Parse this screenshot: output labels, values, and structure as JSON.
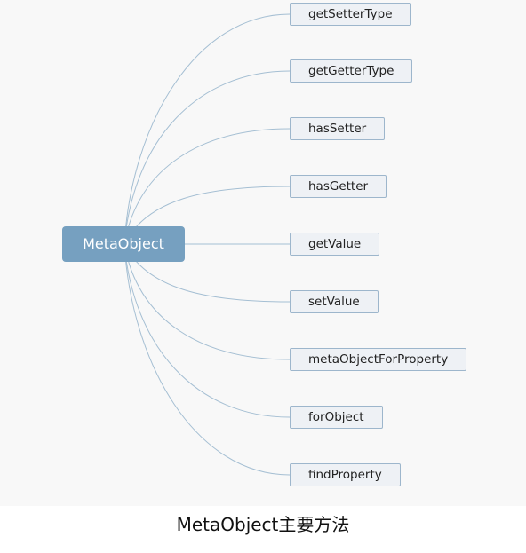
{
  "diagram": {
    "root": {
      "label": "MetaObject"
    },
    "children": [
      {
        "label": "getSetterType"
      },
      {
        "label": "getGetterType"
      },
      {
        "label": "hasSetter"
      },
      {
        "label": "hasGetter"
      },
      {
        "label": "getValue"
      },
      {
        "label": "setValue"
      },
      {
        "label": "metaObjectForProperty"
      },
      {
        "label": "forObject"
      },
      {
        "label": "findProperty"
      }
    ],
    "colors": {
      "root_fill": "#76a0c0",
      "node_fill": "#eef1f5",
      "node_border": "#9db6cc",
      "connector": "#a5bfd3"
    }
  },
  "caption": "MetaObject主要方法"
}
